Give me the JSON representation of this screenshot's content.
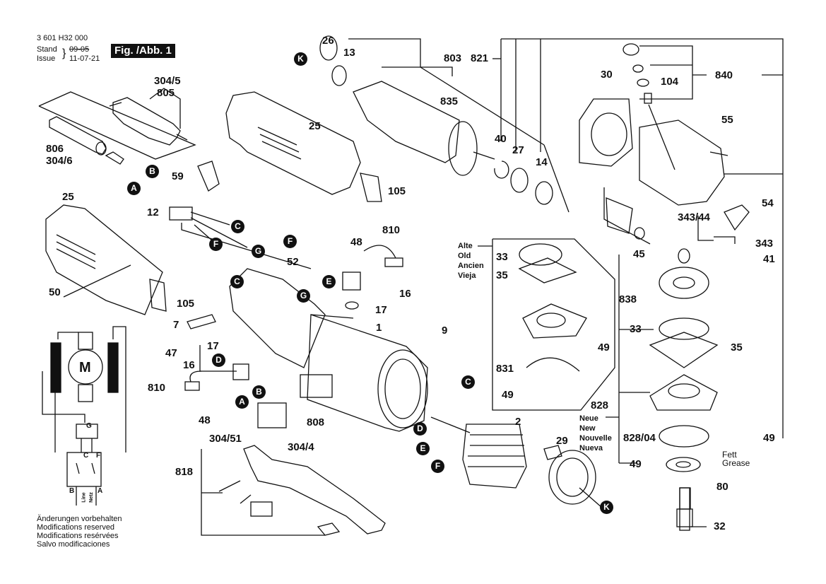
{
  "header": {
    "part_number": "3 601 H32 000",
    "stand_label": "Stand",
    "issue_label": "Issue",
    "old_date": "09-05",
    "issue_date": "11-07-21",
    "figure_label": "Fig. /Abb. 1"
  },
  "footer": {
    "lines": [
      "Änderungen vorbehalten",
      "Modifications reserved",
      "Modifications resérvées",
      "Salvo modificaciones"
    ]
  },
  "version_labels": {
    "old": [
      "Alte",
      "Old",
      "Ancien",
      "Vieja"
    ],
    "new": [
      "Neue",
      "New",
      "Nouvelle",
      "Nueva"
    ]
  },
  "grease_note": [
    "Fett",
    "Grease"
  ],
  "schematic": {
    "motor_label": "M",
    "terminals": [
      "G",
      "C",
      "F",
      "B",
      "A"
    ],
    "line_label": [
      "Line",
      "Netz"
    ]
  },
  "part_labels": {
    "p304_5": "304/5",
    "p805": "805",
    "p806": "806",
    "p304_6": "304/6",
    "p26": "26",
    "p13": "13",
    "p803": "803",
    "p821": "821",
    "p835": "835",
    "p40": "40",
    "p27": "27",
    "p14": "14",
    "p30": "30",
    "p840": "840",
    "p104": "104",
    "p55": "55",
    "p25a": "25",
    "p59": "59",
    "p105a": "105",
    "p12": "12",
    "p25b": "25",
    "p50": "50",
    "p105b": "105",
    "p52": "52",
    "p48a": "48",
    "p810a": "810",
    "p16a": "16",
    "p17a": "17",
    "p1": "1",
    "p9": "9",
    "p7": "7",
    "p47": "47",
    "p17b": "17",
    "p16b": "16",
    "p810b": "810",
    "p48b": "48",
    "p304_51": "304/51",
    "p304_4": "304/4",
    "p808": "808",
    "p818": "818",
    "p2": "2",
    "p29": "29",
    "p343_44": "343/44",
    "p54": "54",
    "p343": "343",
    "p45": "45",
    "p41": "41",
    "p838": "838",
    "p33a": "33",
    "p35a": "35",
    "p49a": "49",
    "p831": "831",
    "p49b": "49",
    "p33b": "33",
    "p35b": "35",
    "p828": "828",
    "p828_04": "828/04",
    "p49c": "49",
    "p49d": "49",
    "p80": "80",
    "p32": "32"
  },
  "connector_badges": {
    "k1": "K",
    "b1": "B",
    "a1": "A",
    "c1": "C",
    "f1": "F",
    "g1": "G",
    "f2": "F",
    "c2": "C",
    "e1": "E",
    "g2": "G",
    "d1": "D",
    "b2": "B",
    "a2": "A",
    "c3": "C",
    "d2": "D",
    "e2": "E",
    "f3": "F",
    "k2": "K"
  }
}
